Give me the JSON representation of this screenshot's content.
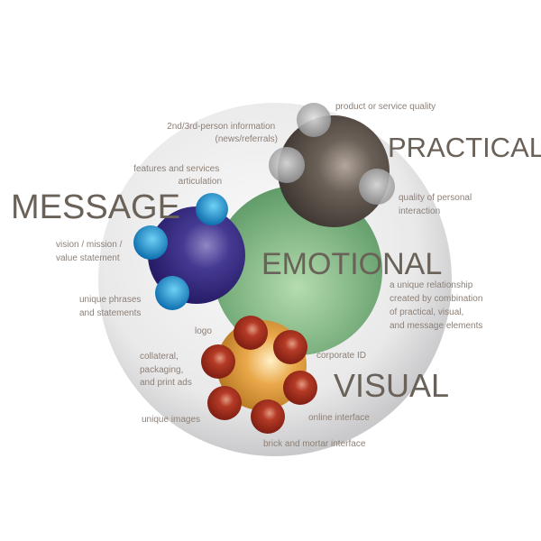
{
  "categories": {
    "message": "MESSAGE",
    "practical": "PRACTICAL",
    "emotional": "EMOTIONAL",
    "visual": "VISUAL"
  },
  "labels": {
    "product_quality": "product or service quality",
    "second_third_person": [
      "2nd/3rd-person information",
      "(news/referrals)"
    ],
    "features": [
      "features and services",
      "articulation"
    ],
    "personal_interaction": [
      "quality of personal",
      "interaction"
    ],
    "vision": [
      "vision / mission /",
      "value statement"
    ],
    "unique_phrases": [
      "unique phrases",
      "and statements"
    ],
    "unique_relationship": [
      "a unique relationship",
      "created by combination",
      "of practical, visual,",
      "and message elements"
    ],
    "logo": "logo",
    "collateral": [
      "collateral,",
      "packaging,",
      "and print ads"
    ],
    "corporate_id": "corporate ID",
    "unique_images": "unique images",
    "online_interface": "online interface",
    "brick_mortar": "brick and mortar interface"
  },
  "colors": {
    "outer": "#d9d9db",
    "emotional": "#7fb784",
    "message": "#3b2f84",
    "message_nodes": "#1f8fc9",
    "practical": "#5e544c",
    "practical_nodes": "#a9a9ab",
    "visual": "#e3a447",
    "visual_nodes": "#a8301f"
  }
}
